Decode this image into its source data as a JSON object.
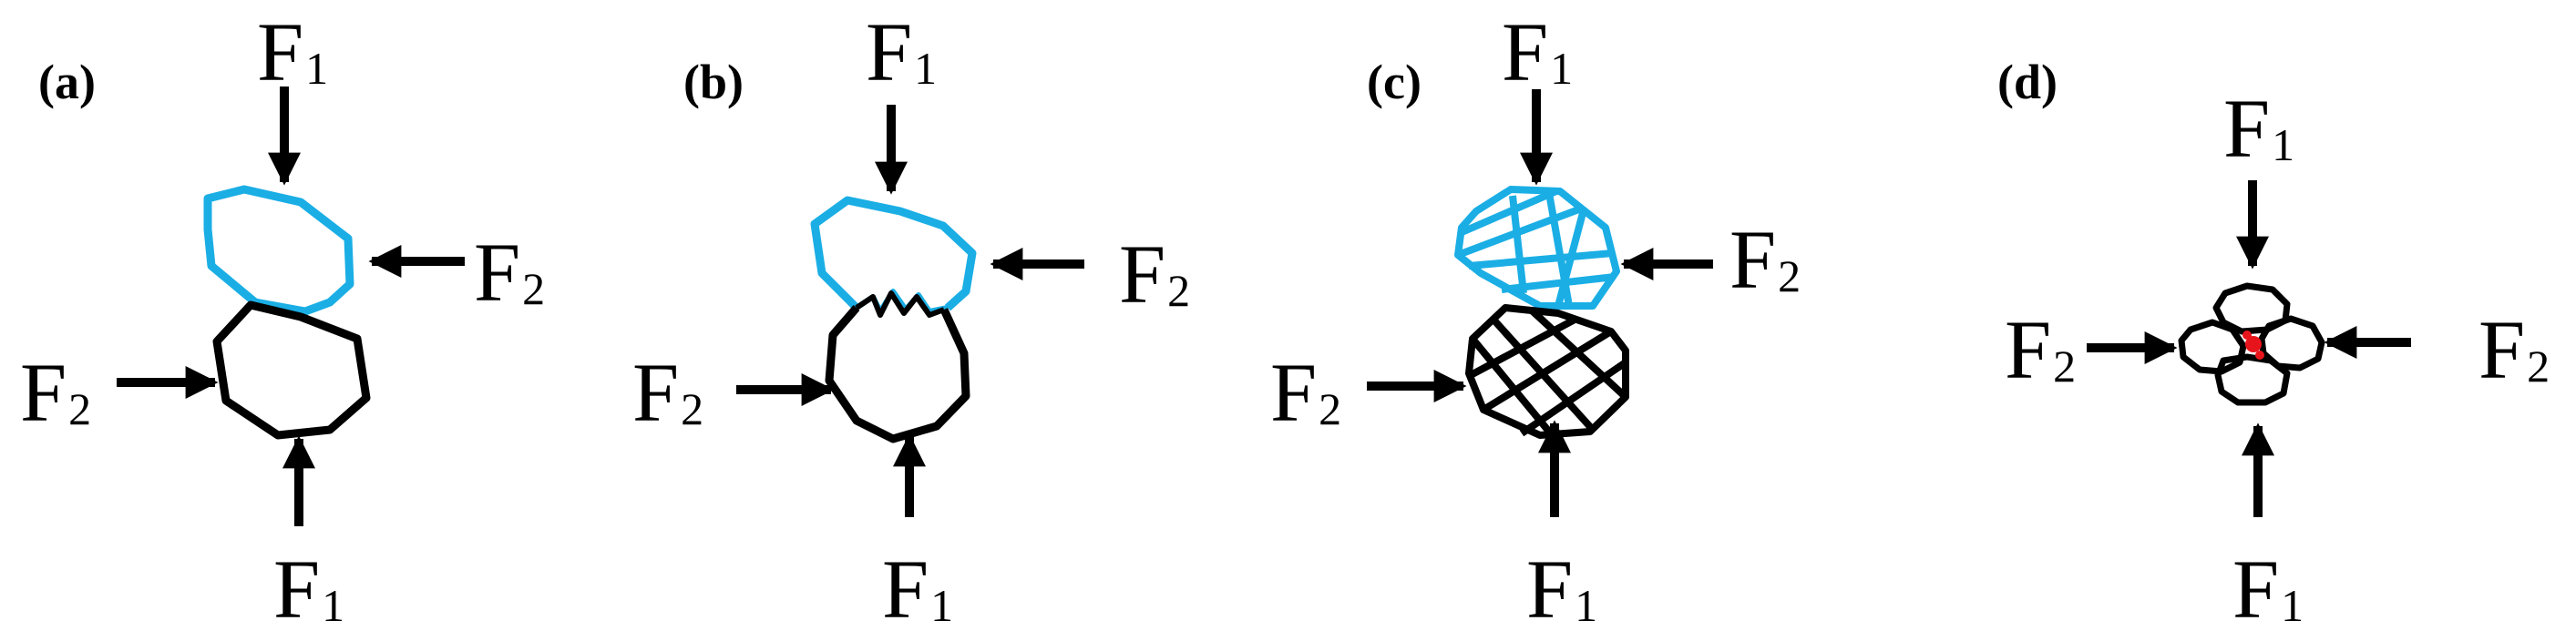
{
  "figure": {
    "panels": [
      {
        "label": "(a)",
        "forces": [
          {
            "letter": "F",
            "subscript": "1"
          },
          {
            "letter": "F",
            "subscript": "2"
          },
          {
            "letter": "F",
            "subscript": "2"
          },
          {
            "letter": "F",
            "subscript": "1"
          }
        ]
      },
      {
        "label": "(b)",
        "forces": [
          {
            "letter": "F",
            "subscript": "1"
          },
          {
            "letter": "F",
            "subscript": "2"
          },
          {
            "letter": "F",
            "subscript": "2"
          },
          {
            "letter": "F",
            "subscript": "1"
          }
        ]
      },
      {
        "label": "(c)",
        "forces": [
          {
            "letter": "F",
            "subscript": "1"
          },
          {
            "letter": "F",
            "subscript": "2"
          },
          {
            "letter": "F",
            "subscript": "2"
          },
          {
            "letter": "F",
            "subscript": "1"
          }
        ]
      },
      {
        "label": "(d)",
        "forces": [
          {
            "letter": "F",
            "subscript": "1"
          },
          {
            "letter": "F",
            "subscript": "2"
          },
          {
            "letter": "F",
            "subscript": "2"
          },
          {
            "letter": "F",
            "subscript": "1"
          }
        ]
      }
    ],
    "colors": {
      "upper_particle": "#1aaee5",
      "lower_particle": "#000000",
      "arrow": "#000000",
      "contact_point": "#e8141b"
    }
  }
}
